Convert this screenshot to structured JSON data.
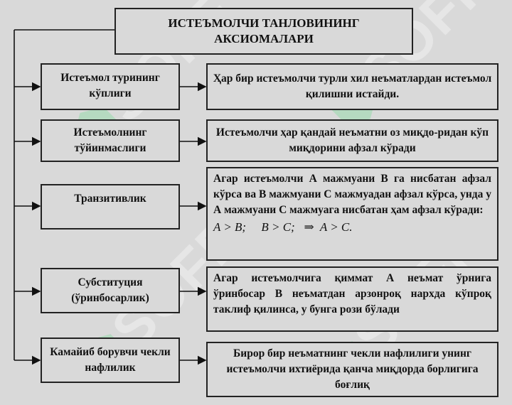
{
  "title": "ИСТЕЪМОЛЧИ ТАНЛОВИНИНГ АКСИОМАЛАРИ",
  "axioms": [
    {
      "name": "Истеъмол турининг кўплиги",
      "description": "Ҳар бир истеъмолчи турли хил неъматлардан истеъмол қилишни истайди."
    },
    {
      "name": "Истеъмолнинг тўйинмаслиги",
      "description": "Истеъмолчи ҳар қандай неъматни оз миқдо-ридан кўп миқдорини афзал кўради"
    },
    {
      "name": "Транзитивлик",
      "description": "Агар истеъмолчи А мажмуани В га нисбатан афзал кўрса ва В мажмуани С мажмуадан афзал кўрса, унда у А мажмуани С мажмуага нисбатан ҳам афзал кўради:",
      "formula": "A > B;     B > C;   ⇒  A > C."
    },
    {
      "name": "Субституция (ўринбосарлик)",
      "description": "Агар истеъмолчига қиммат А неъмат ўрнига ўринбосар В неъматдан арзонроқ нархда кўпроқ таклиф қилинса, у бунга рози бўлади"
    },
    {
      "name": "Камайиб борувчи чекли нафлилик",
      "description": "Бирор бир неъматнинг чекли нафлилиги унинг истеъмолчи ихтиёрида қанча миқдорда борлигига боғлиқ"
    }
  ],
  "watermark": "SOFF",
  "colors": {
    "background": "#d9d9d9",
    "border": "#222222",
    "watermark_mark": "#5adc82"
  }
}
